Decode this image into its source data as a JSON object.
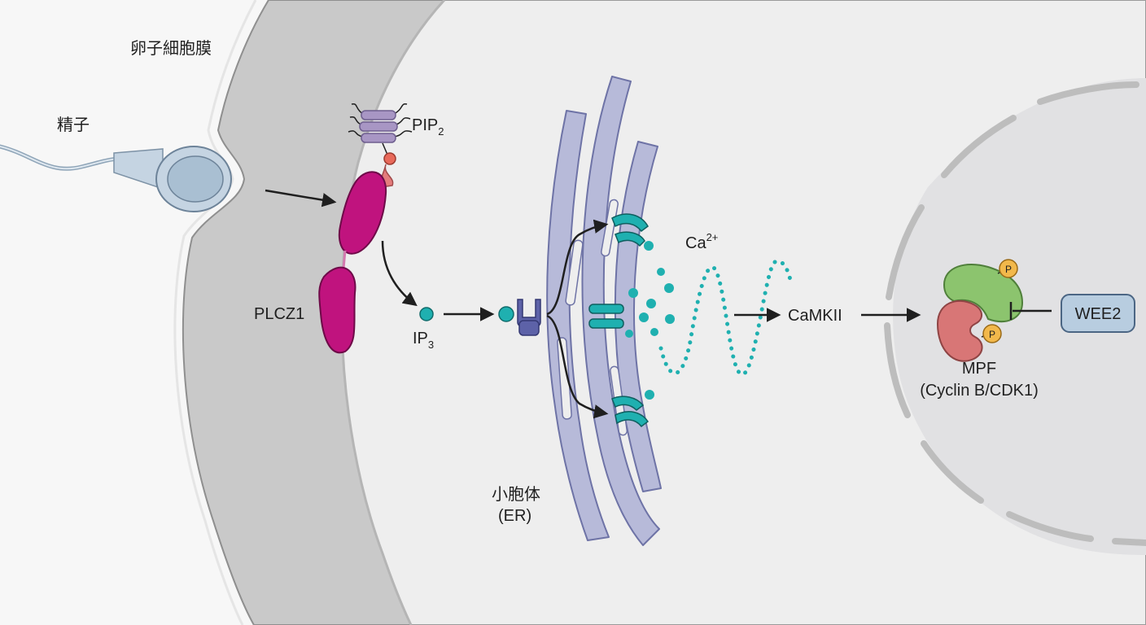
{
  "labels": {
    "egg_membrane": "卵子細胞膜",
    "sperm": "精子",
    "pip2": "PIP",
    "pip2_sub": "2",
    "plcz1": "PLCZ1",
    "ip3": "IP",
    "ip3_sub": "3",
    "ca": "Ca",
    "ca_sup": "2+",
    "camkii": "CaMKII",
    "er_line1": "小胞体",
    "er_line2": "(ER)",
    "mpf_line1": "MPF",
    "mpf_line2": "(Cyclin B/CDK1)",
    "wee2": "WEE2",
    "phospho": "P"
  },
  "colors": {
    "background": "#f7f7f7",
    "cytoplasm": "#eeeeee",
    "membrane": "#c8c8c8",
    "membrane_edge": "#8f8f8f",
    "nucleus": "#e2e2e4",
    "plcz1": "#c0137e",
    "er": "#b7bad9",
    "er_edge": "#6e73a6",
    "calcium": "#1fb0b0",
    "pip2": "#9e8cbe",
    "cyclin": "#8cc46e",
    "cdk1": "#d87676",
    "phospho": "#f2b84b",
    "wee2": "#b8cde0"
  }
}
